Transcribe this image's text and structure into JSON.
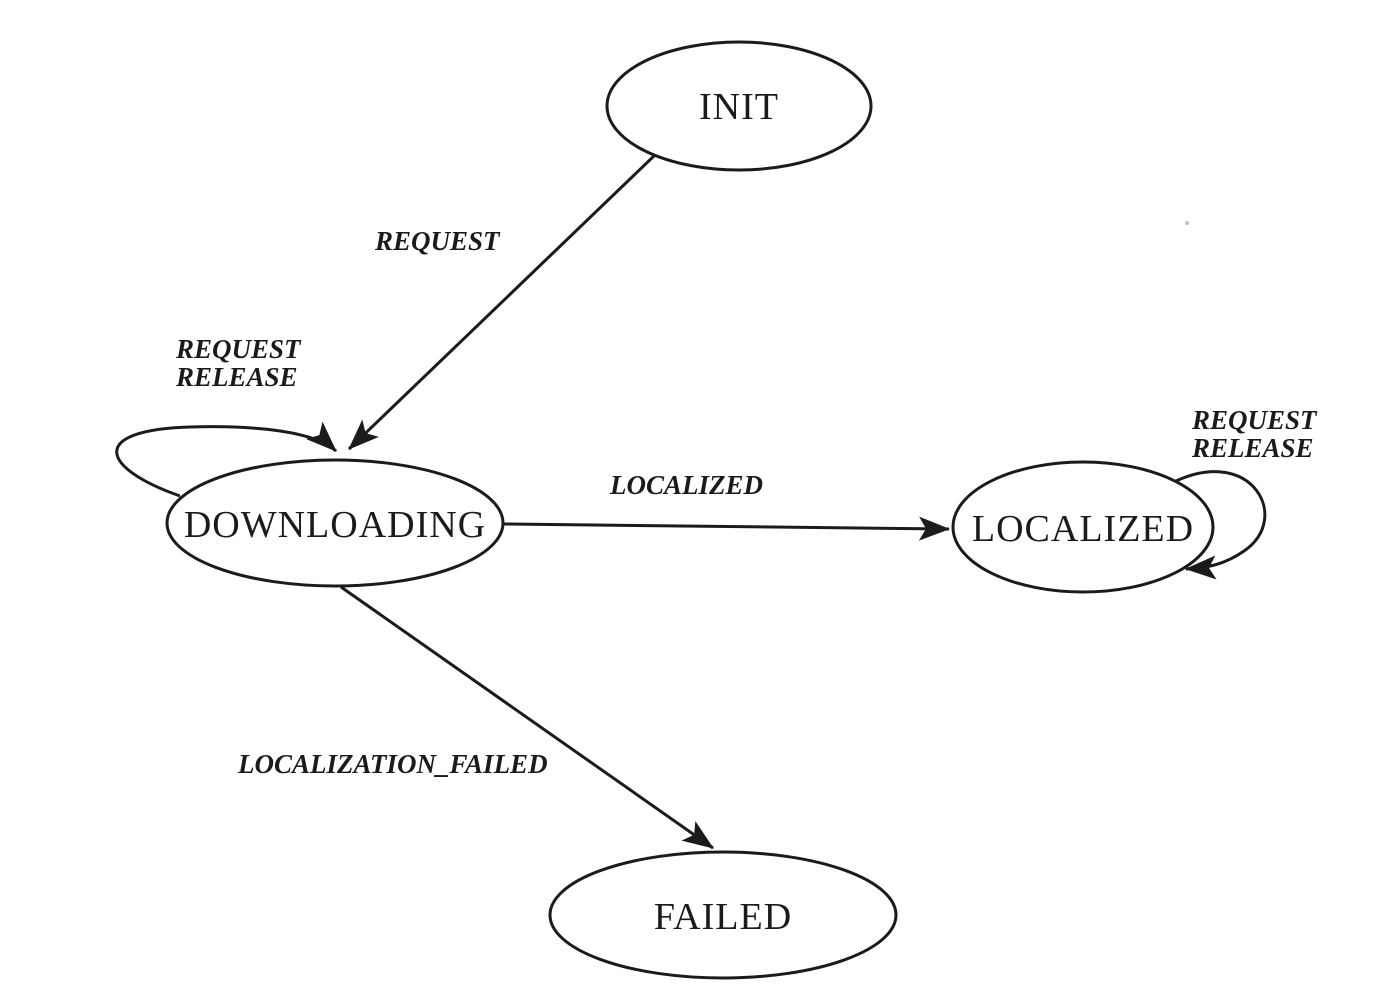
{
  "diagram": {
    "type": "state-machine",
    "colors": {
      "background": "#ffffff",
      "ink": "#1b1b1b"
    },
    "states": {
      "init": {
        "label": "INIT"
      },
      "downloading": {
        "label": "DOWNLOADING"
      },
      "localized": {
        "label": "LOCALIZED"
      },
      "failed": {
        "label": "FAILED"
      }
    },
    "transitions": {
      "init_to_downloading": {
        "from": "INIT",
        "to": "DOWNLOADING",
        "label": "REQUEST"
      },
      "downloading_self_loop": {
        "from": "DOWNLOADING",
        "to": "DOWNLOADING",
        "line1": "REQUEST",
        "line2": "RELEASE"
      },
      "downloading_to_localized": {
        "from": "DOWNLOADING",
        "to": "LOCALIZED",
        "label": "LOCALIZED"
      },
      "localized_self_loop": {
        "from": "LOCALIZED",
        "to": "LOCALIZED",
        "line1": "REQUEST",
        "line2": "RELEASE"
      },
      "downloading_to_failed": {
        "from": "DOWNLOADING",
        "to": "FAILED",
        "label": "LOCALIZATION_FAILED"
      }
    }
  }
}
